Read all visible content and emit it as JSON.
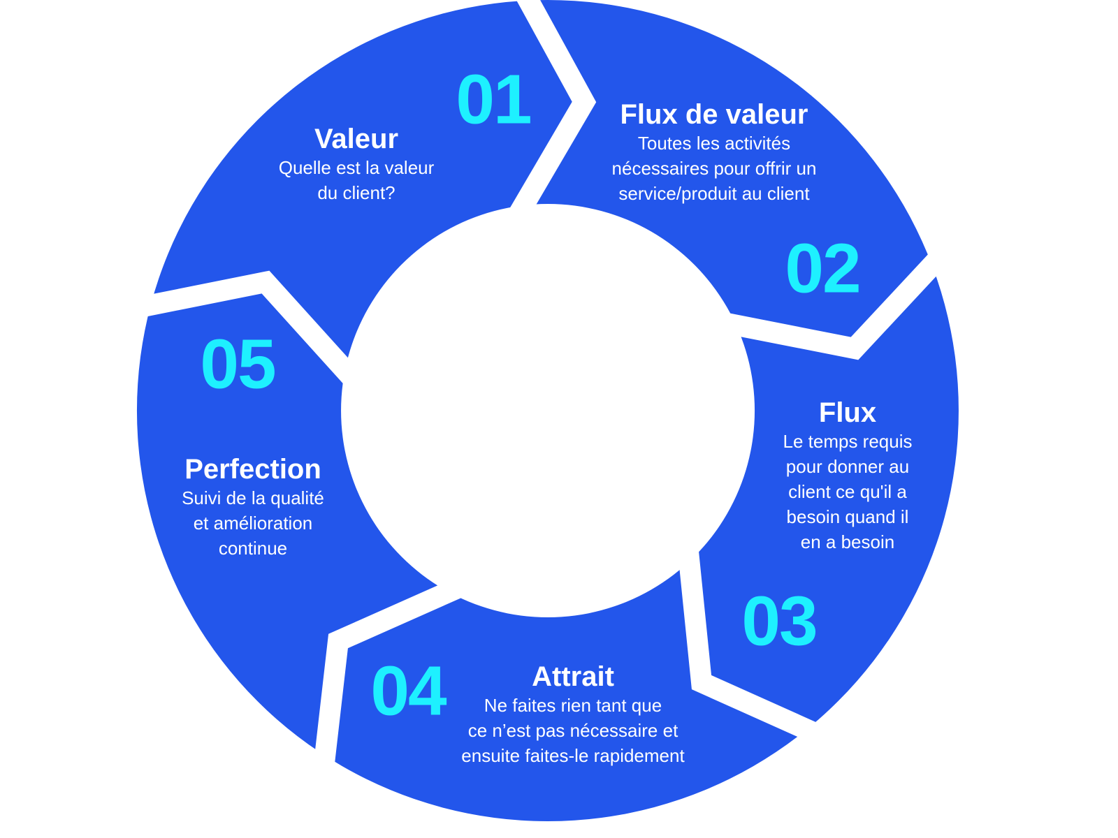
{
  "colors": {
    "segment": "#2356EB",
    "number": "#1EF0FF",
    "text": "#FFFFFF",
    "gap": "#FFFFFF"
  },
  "steps": [
    {
      "number": "01",
      "title": "Valeur",
      "description": [
        "Quelle est la valeur",
        "du client?"
      ]
    },
    {
      "number": "02",
      "title": "Flux de valeur",
      "description": [
        "Toutes les activités",
        "nécessaires pour offrir un",
        "service/produit au client"
      ]
    },
    {
      "number": "03",
      "title": "Flux",
      "description": [
        "Le temps requis",
        "pour donner au",
        "client ce qu'il a",
        "besoin quand il",
        "en a besoin"
      ]
    },
    {
      "number": "04",
      "title": "Attrait",
      "description": [
        "Ne faites rien tant que",
        "ce n’est pas nécessaire et",
        "ensuite faites-le rapidement"
      ]
    },
    {
      "number": "05",
      "title": "Perfection",
      "description": [
        "Suivi de la qualité",
        "et amélioration",
        "continue"
      ]
    }
  ]
}
